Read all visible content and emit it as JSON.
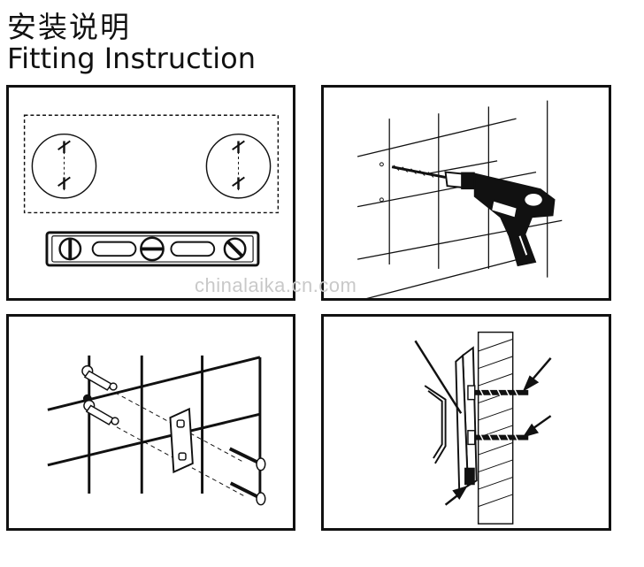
{
  "header": {
    "title_cn": "安装说明",
    "title_en": "Fitting Instruction"
  },
  "watermark": "chinalaika.cn.com",
  "panels": [
    {
      "step": "mark-and-level"
    },
    {
      "step": "drill-holes"
    },
    {
      "step": "insert-plugs-and-screw-bracket"
    },
    {
      "step": "hang-mirror-on-bracket"
    }
  ],
  "colors": {
    "line": "#111111",
    "background": "#ffffff",
    "watermark": "#c9c9c9"
  }
}
